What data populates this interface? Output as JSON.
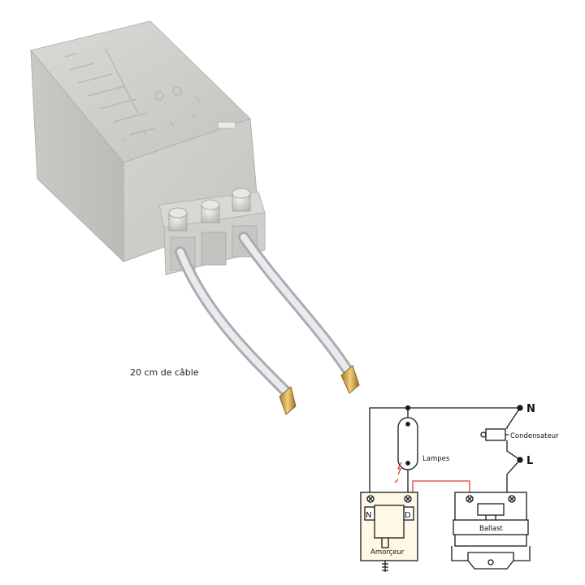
{
  "product": {
    "cable_caption": "20 cm de câble"
  },
  "diagram": {
    "labels": {
      "neutral": "N",
      "line": "L",
      "capacitor": "Condensateur",
      "lamps": "Lampes",
      "ballast": "Ballast",
      "starter": "Amorçeur",
      "starter_terminal_n": "N",
      "starter_terminal_d": "D"
    },
    "colors": {
      "wire": "#1a1a1a",
      "live_wire": "#e53935",
      "ballast_body": "#ffffff",
      "starter_body": "#fff8e6",
      "housing": "#cfd0cc"
    }
  }
}
